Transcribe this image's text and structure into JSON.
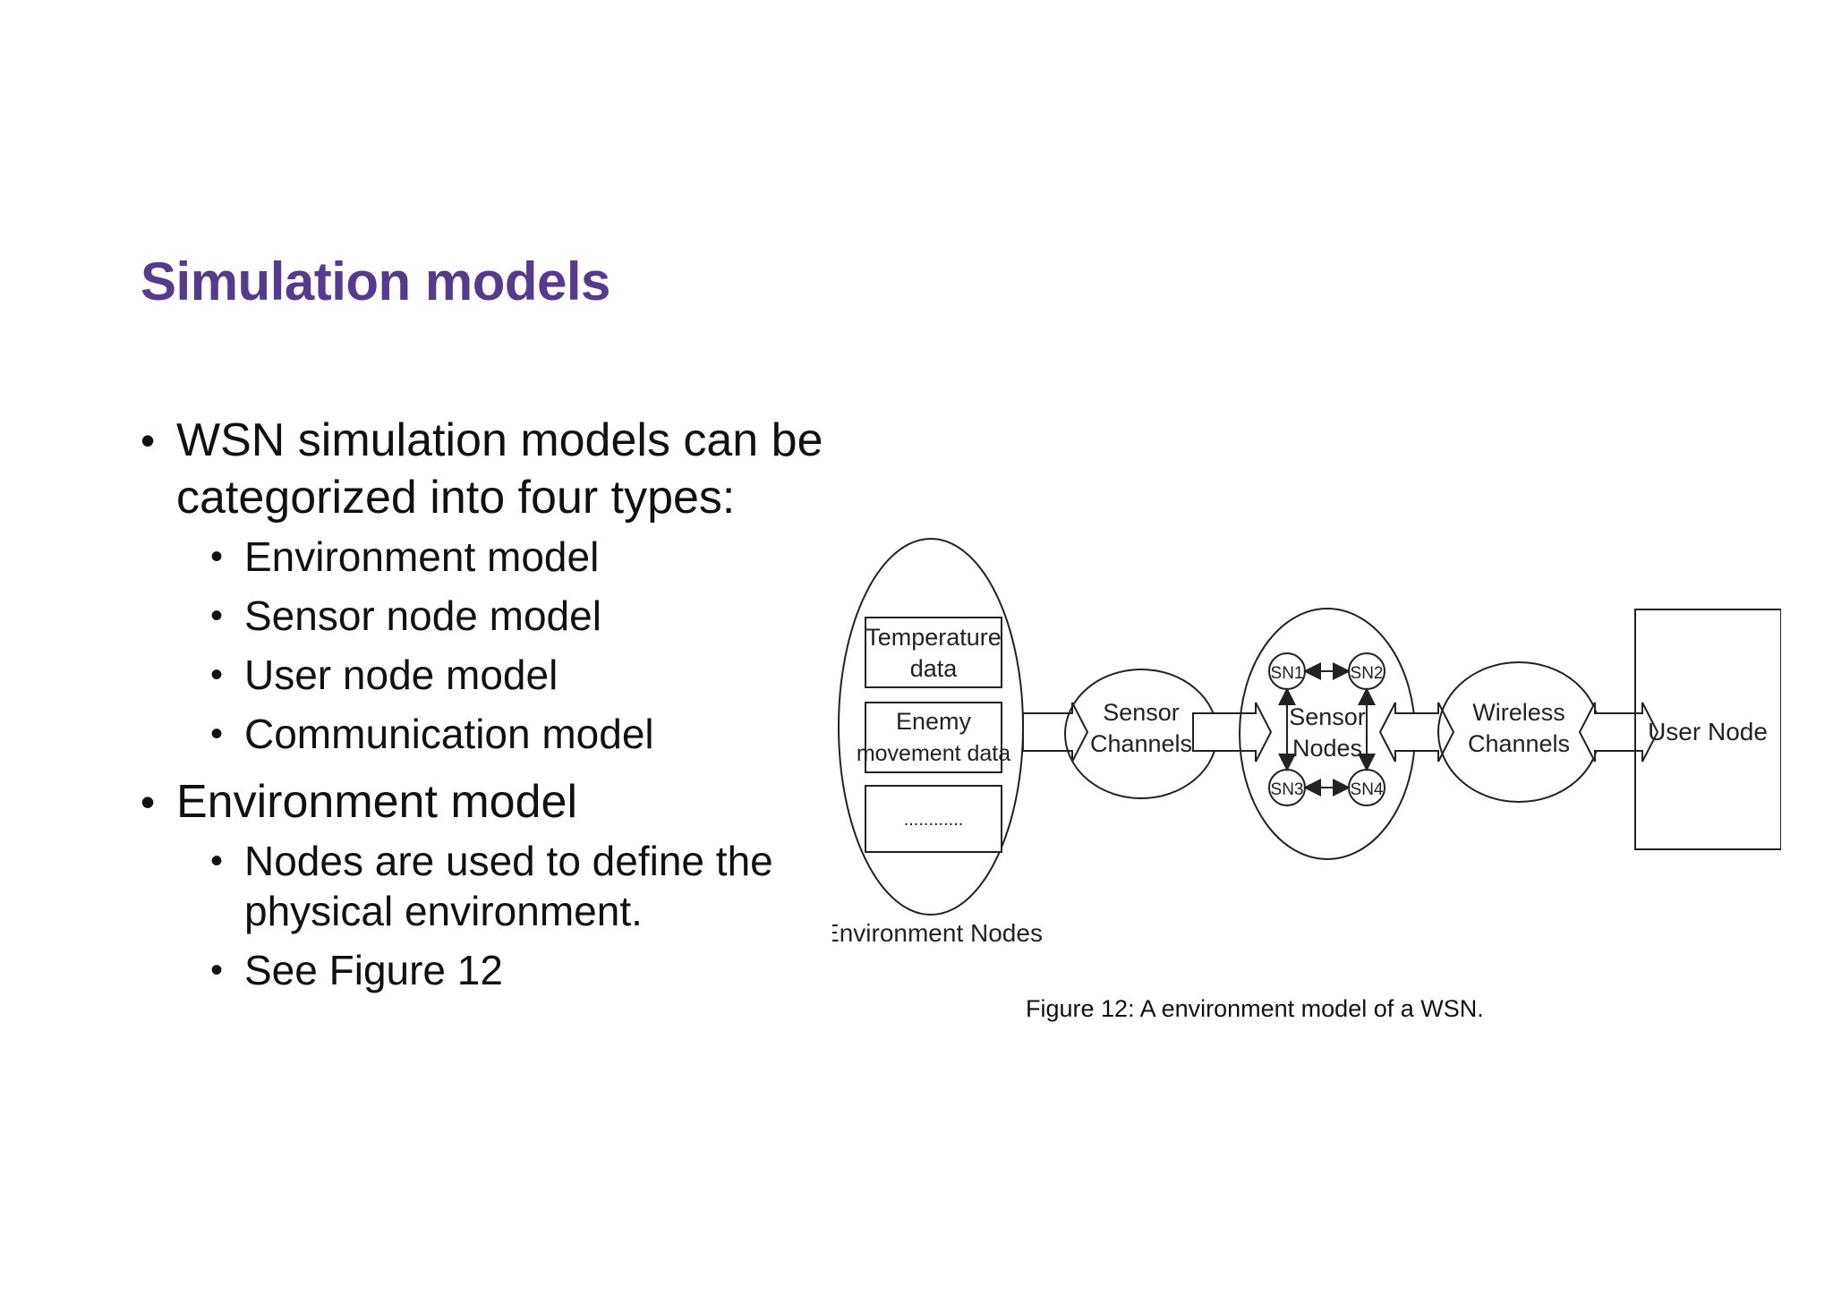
{
  "title": "Simulation models",
  "bullets": {
    "b1": "WSN simulation models can be categorized into four types:",
    "b1_sub": [
      "Environment model",
      "Sensor node model",
      "User node model",
      "Communication model"
    ],
    "b2": "Environment model",
    "b2_sub": [
      "Nodes are used to define the physical environment.",
      "See Figure 12"
    ]
  },
  "diagram": {
    "env_box1_line1": "Temperature",
    "env_box1_line2": "data",
    "env_box2_line1": "Enemy",
    "env_box2_line2": "movement data",
    "env_box3": "............",
    "env_label": "Environment Nodes",
    "sensor_channels_line1": "Sensor",
    "sensor_channels_line2": "Channels",
    "sensor_nodes_line1": "Sensor",
    "sensor_nodes_line2": "Nodes",
    "sn1": "SN1",
    "sn2": "SN2",
    "sn3": "SN3",
    "sn4": "SN4",
    "wireless_line1": "Wireless",
    "wireless_line2": "Channels",
    "user_node": "User Node"
  },
  "caption": "Figure 12: A environment model of a WSN."
}
